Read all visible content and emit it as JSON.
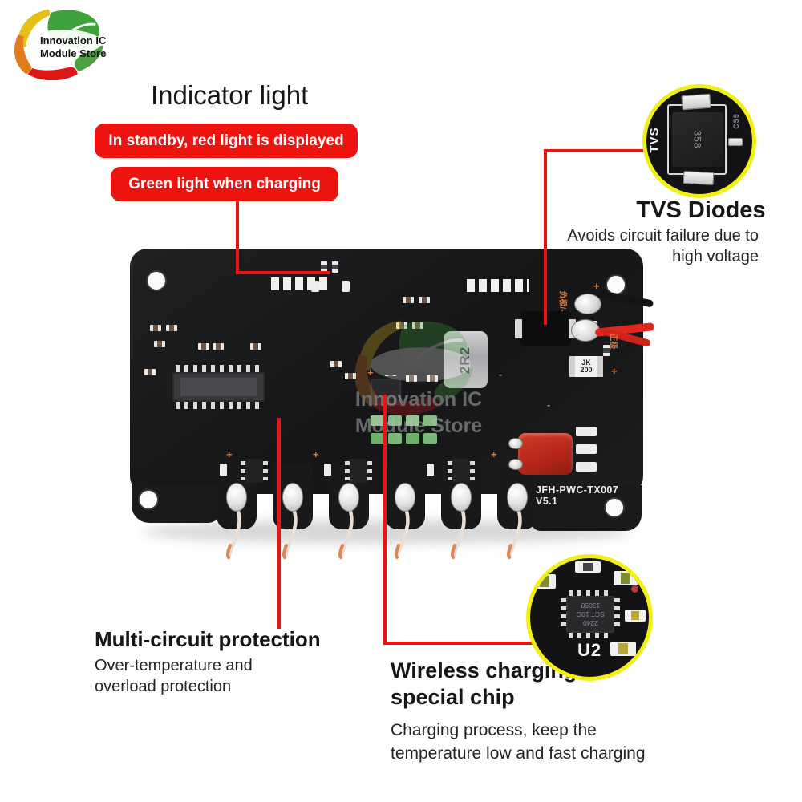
{
  "logo": {
    "line1": "Innovation IC",
    "line2": "Module Store"
  },
  "annotations": {
    "indicator": {
      "title": "Indicator light",
      "standby": "In standby, red light is displayed",
      "charging": "Green light when charging"
    },
    "tvs": {
      "title": "TVS Diodes",
      "desc1": "Avoids circuit failure due to",
      "desc2": "high voltage"
    },
    "multi": {
      "title": "Multi-circuit protection",
      "desc1": "Over-temperature and",
      "desc2": "overload protection"
    },
    "wireless": {
      "title1": "Wireless charging",
      "title2": "special chip",
      "desc1": "Charging process, keep the",
      "desc2": "temperature low and fast charging"
    }
  },
  "insets": {
    "tvs": {
      "silkscreen": "TVS",
      "marking": "358",
      "side_marking": "C59"
    },
    "chip": {
      "ref": "U2",
      "marking1": "2240",
      "marking2": "SCT 10C",
      "marking3": "13050"
    }
  },
  "board": {
    "model": "JFH-PWC-TX007 V5.1",
    "inductor": "2R2",
    "fuse_line1": "JK",
    "fuse_line2": "200",
    "negative": "负极/-",
    "positive": "正极",
    "plus": "+",
    "minus": "-"
  },
  "watermark": {
    "line1": "Innovation IC",
    "line2": "Module Store"
  },
  "colors": {
    "accent_red": "#ed130e",
    "ring_yellow": "#f2f013",
    "silkscreen_orange": "#d4763a"
  }
}
